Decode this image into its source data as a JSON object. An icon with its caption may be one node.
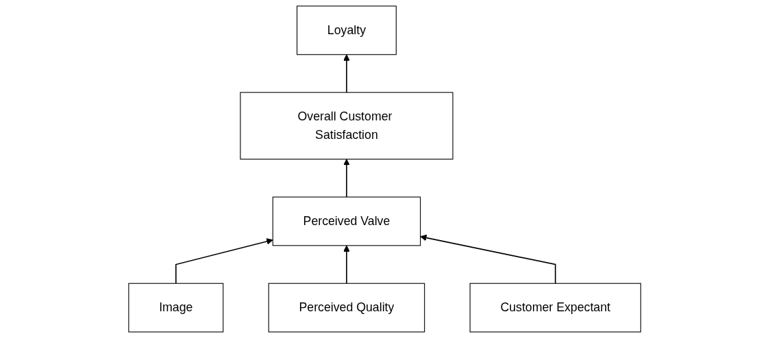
{
  "diagram": {
    "nodes": [
      {
        "text": [
          "Loyalty"
        ]
      },
      {
        "text": [
          "Overall Customer Satisfaction"
        ]
      },
      {
        "text": [
          "Perceived Valve"
        ]
      },
      {
        "text": [
          "Image"
        ]
      },
      {
        "text": [
          "Perceived Quality"
        ]
      },
      {
        "text": [
          "Customer Expectant"
        ]
      }
    ],
    "edges": [
      {
        "from": 3,
        "to": 2,
        "arrow": "to"
      },
      {
        "from": 4,
        "to": 2,
        "arrow": "to"
      },
      {
        "from": 5,
        "to": 2,
        "arrow": "to"
      },
      {
        "from": 2,
        "to": 1,
        "arrow": "to"
      },
      {
        "from": 1,
        "to": 0,
        "arrow": "to"
      }
    ]
  }
}
